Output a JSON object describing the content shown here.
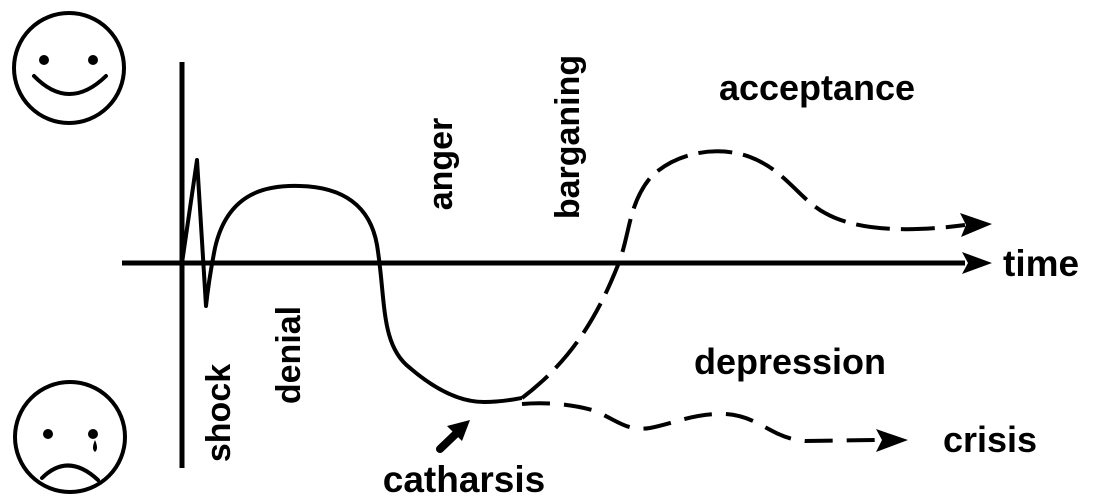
{
  "labels": {
    "time": "time",
    "shock": "shock",
    "denial": "denial",
    "anger": "anger",
    "barganing": "barganing",
    "acceptance": "acceptance",
    "depression": "depression",
    "catharsis": "catharsis",
    "crisis": "crisis"
  },
  "icons": {
    "top": "happy-face-icon",
    "bottom": "sad-face-icon"
  },
  "colors": {
    "ink": "#000000",
    "background": "#ffffff"
  }
}
